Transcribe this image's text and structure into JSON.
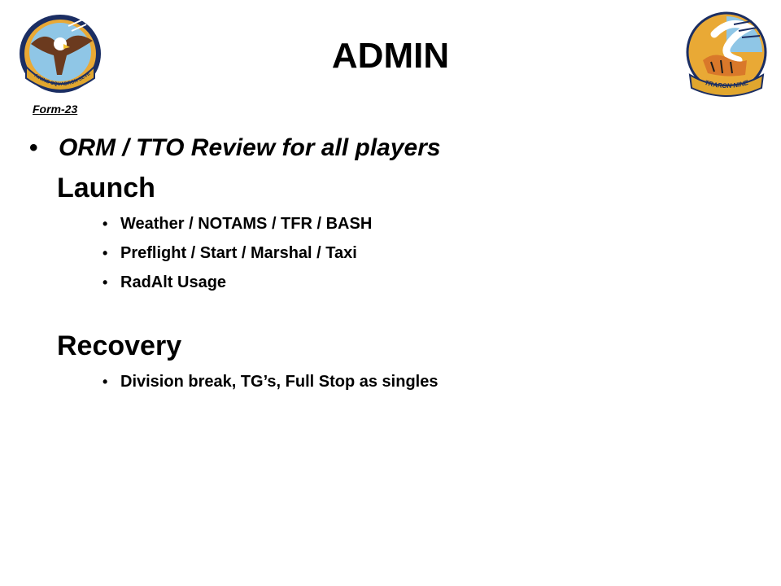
{
  "slide": {
    "title": "ADMIN",
    "form_label": "Form-23",
    "main_bullet": "ORM / TTO Review for all players",
    "sections": [
      {
        "heading": "Launch",
        "items": [
          "Weather / NOTAMS / TFR / BASH",
          "Preflight / Start / Marshal / Taxi",
          "RadAlt Usage"
        ]
      },
      {
        "heading": "Recovery",
        "items": [
          "Division break, TG’s, Full Stop as singles"
        ]
      }
    ],
    "logos": {
      "left": {
        "icon": "eagle-squadron-patch-icon",
        "text": "TRAINING SQUADRON SEVEN"
      },
      "right": {
        "icon": "tiger-squadron-patch-icon",
        "text": "TRARON NINE"
      }
    }
  },
  "colors": {
    "patch_navy": "#1b2e63",
    "patch_sky": "#8fc6e6",
    "patch_gold": "#e9a935",
    "patch_orange": "#d9782a",
    "eagle_brown": "#6b3a1e"
  }
}
